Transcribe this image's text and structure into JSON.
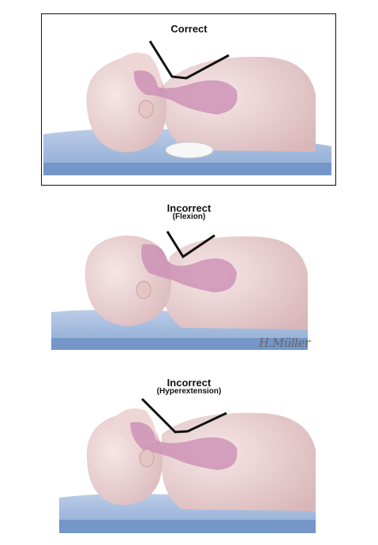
{
  "panels": [
    {
      "title": "Correct",
      "subtitle": ""
    },
    {
      "title": "Incorrect",
      "subtitle": "(Flexion)"
    },
    {
      "title": "Incorrect",
      "subtitle": "(Hyperextension)"
    }
  ],
  "signature": "H.Müller",
  "colors": {
    "skin": "#f1dcdc",
    "skin_shadow": "#d9b7b9",
    "airway": "#c889b2",
    "mattress": "#6d92c6",
    "mattress_light": "#a9c0e1",
    "angle_line": "#111111"
  }
}
